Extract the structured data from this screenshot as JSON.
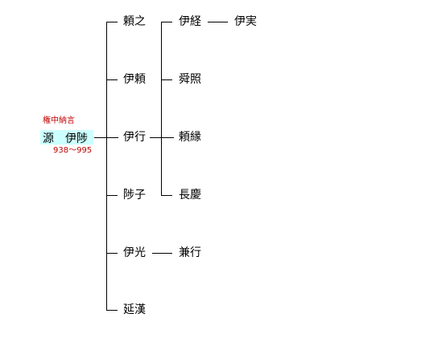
{
  "root": {
    "title": "権中納言",
    "name": "源　伊陟",
    "dates": "938～995"
  },
  "gen2": [
    "頼之",
    "伊頼",
    "伊行",
    "陟子",
    "伊光",
    "延漢"
  ],
  "gen3": [
    "伊経",
    "舜照",
    "頼縁",
    "長慶",
    "兼行"
  ],
  "gen4": [
    "伊実"
  ],
  "colors": {
    "line": "#000000",
    "highlight": "#ccffff",
    "accent": "#c00000"
  }
}
